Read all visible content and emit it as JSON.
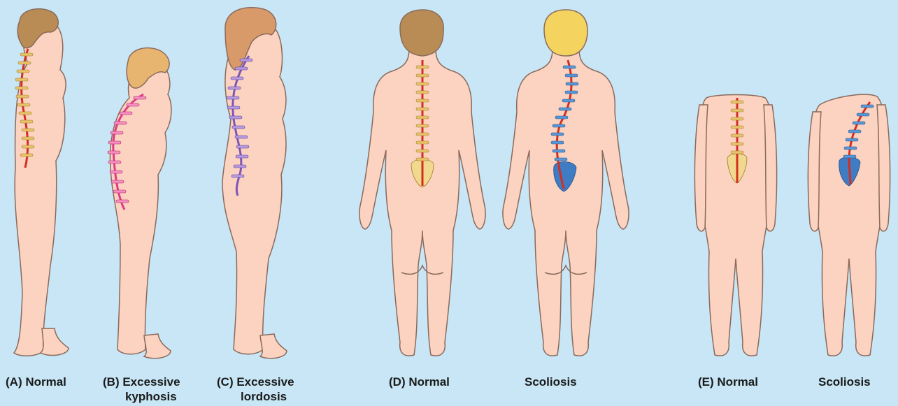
{
  "colors": {
    "background": "#c8e6f6",
    "skin": "#fbd3c0",
    "skin_outline": "#8a6a5c",
    "normal_spine": "#d42f1e",
    "vertebra_normal": "#e8c36a",
    "kyphosis_spine": "#e23a8a",
    "lordosis_spine": "#7f56b8",
    "scoliosis_spine": "#3f7cc4",
    "hair_brown": "#b98c56",
    "hair_blonde": "#f4d35e"
  },
  "captions": {
    "a": "(A) Normal",
    "b1": "(B) Excessive",
    "b2": "kyphosis",
    "c1": "(C) Excessive",
    "c2": "lordosis",
    "d": "(D) Normal",
    "d_scoliosis": "Scoliosis",
    "e": "(E) Normal",
    "e_scoliosis": "Scoliosis"
  }
}
